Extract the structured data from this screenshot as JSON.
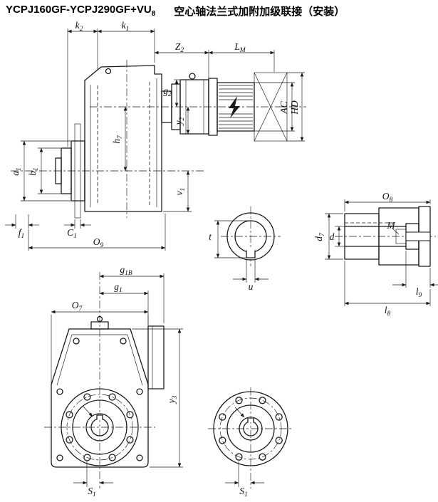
{
  "title": {
    "model_base": "YCPJ160GF-YCPJ290GF+VU",
    "model_sub": "8",
    "description": "空心轴法兰式加附加级联接（安装）"
  },
  "colors": {
    "ink": "#1a1a1a",
    "paper": "#ffffff"
  },
  "labels": {
    "k2": {
      "base": "k",
      "sub": "2"
    },
    "k1": {
      "base": "k",
      "sub": "1"
    },
    "Z2": {
      "base": "Z",
      "sub": "2"
    },
    "LM": {
      "base": "L",
      "sub": "M"
    },
    "g2": {
      "base": "g",
      "sub": "2"
    },
    "y2": {
      "base": "y",
      "sub": "2"
    },
    "HD": {
      "text": "HD"
    },
    "AC": {
      "text": "AC"
    },
    "h7": {
      "base": "h",
      "sub": "7"
    },
    "a1": {
      "base": "a",
      "sub": "1"
    },
    "b1": {
      "base": "b",
      "sub": "1"
    },
    "f1": {
      "base": "f",
      "sub": "1"
    },
    "C1": {
      "base": "C",
      "sub": "1"
    },
    "O9": {
      "base": "O",
      "sub": "9"
    },
    "v1": {
      "base": "v",
      "sub": "1"
    },
    "t": {
      "text": "t"
    },
    "u": {
      "text": "u"
    },
    "O8": {
      "base": "O",
      "sub": "8"
    },
    "d7": {
      "base": "d",
      "sub": "7"
    },
    "d": {
      "text": "d"
    },
    "M": {
      "text": "M"
    },
    "l9": {
      "base": "l",
      "sub": "9"
    },
    "l8": {
      "base": "l",
      "sub": "8"
    },
    "g1B": {
      "base": "g",
      "sub": "1B"
    },
    "g1": {
      "base": "g",
      "sub": "1"
    },
    "O7": {
      "base": "O",
      "sub": "7"
    },
    "y3": {
      "base": "y",
      "sub": "3"
    },
    "S1_front": {
      "base": "S",
      "sub": "1"
    },
    "S1_flange": {
      "base": "S",
      "sub": "1"
    }
  }
}
